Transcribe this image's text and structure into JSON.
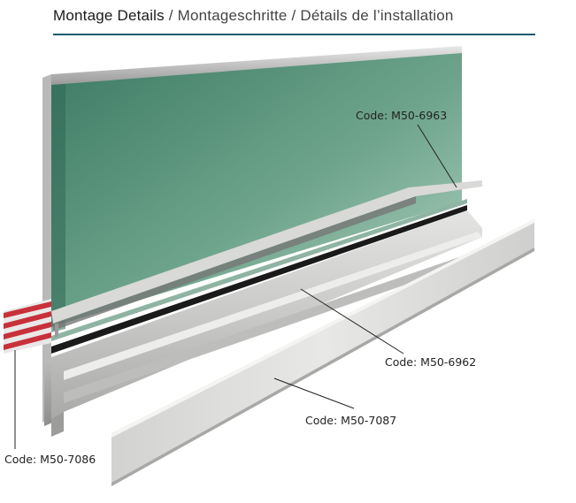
{
  "header": {
    "title_main": "Montage Details",
    "separator": " / ",
    "title_de": "Montageschritte",
    "title_fr": "Détails de l’installation"
  },
  "callouts": {
    "top_strip": "Code: M50-6963",
    "base_profile": "Code: M50-6962",
    "cover_panel": "Code: M50-7087",
    "end_cap": "Code: M50-7086"
  },
  "colors": {
    "header_rule": "#1f5a6e",
    "glass_top": "#3f7f68",
    "glass_bottom": "#a9cbbb",
    "aluminium": "#c8c8c6",
    "rubber_gasket": "#1a1a1a",
    "end_tape_red": "#c8303a"
  }
}
